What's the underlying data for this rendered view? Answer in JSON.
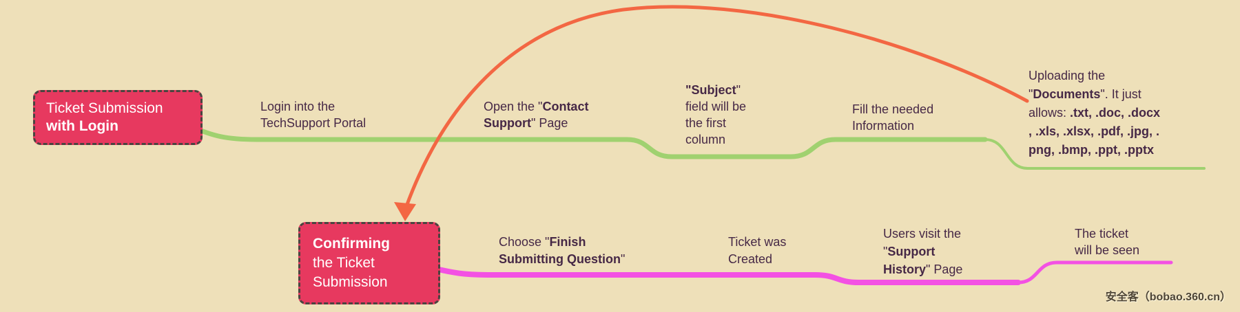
{
  "colors": {
    "background": "#eee0b9",
    "branch_top": "#a0d170",
    "branch_bottom": "#f351e3",
    "cross_arrow": "#f36743",
    "topic_fill": "#e7395f",
    "topic_border": "#4a4440",
    "topic_text": "#ffffff",
    "node_text": "#462846",
    "watermark_text": "#4e4536"
  },
  "topics": {
    "login_submission": {
      "text": "Ticket Submission with Login",
      "lines": [
        [
          {
            "t": "Ticket Submission"
          }
        ],
        [
          {
            "t": "with Login",
            "b": true
          }
        ]
      ]
    },
    "confirming": {
      "text": "Confirming the Ticket Submission",
      "lines": [
        [
          {
            "t": "Confirming",
            "b": true
          }
        ],
        [
          {
            "t": "the Ticket"
          }
        ],
        [
          {
            "t": "Submission"
          }
        ]
      ]
    }
  },
  "top_branch": {
    "nodes": [
      {
        "id": "login-portal",
        "text": "Login into the TechSupport Portal",
        "lines": [
          [
            {
              "t": "Login into the"
            }
          ],
          [
            {
              "t": "TechSupport Portal"
            }
          ]
        ]
      },
      {
        "id": "contact-support-page",
        "text": "Open the \"Contact Support\" Page",
        "lines": [
          [
            {
              "t": "Open the \""
            },
            {
              "t": "Contact",
              "b": true
            }
          ],
          [
            {
              "t": "Support",
              "b": true
            },
            {
              "t": "\" Page"
            }
          ]
        ]
      },
      {
        "id": "subject-field",
        "text": "\"Subject\" field will be the first column",
        "lines": [
          [
            {
              "t": "\"",
              "b": true
            },
            {
              "t": "Subject",
              "b": true
            },
            {
              "t": "\""
            }
          ],
          [
            {
              "t": "field will be"
            }
          ],
          [
            {
              "t": "the first"
            }
          ],
          [
            {
              "t": "column"
            }
          ]
        ]
      },
      {
        "id": "fill-information",
        "text": "Fill the needed Information",
        "lines": [
          [
            {
              "t": "Fill the needed"
            }
          ],
          [
            {
              "t": "Information"
            }
          ]
        ]
      },
      {
        "id": "uploading-documents",
        "text": "Uploading the \"Documents\". It just allows: .txt, .doc, .docx , .xls, .xlsx, .pdf, .jpg, . png, .bmp, .ppt, .pptx",
        "lines": [
          [
            {
              "t": "Uploading the"
            }
          ],
          [
            {
              "t": "\""
            },
            {
              "t": "Documents",
              "b": true
            },
            {
              "t": "\". It just"
            }
          ],
          [
            {
              "t": "allows: "
            },
            {
              "t": ".txt, .doc, .docx",
              "b": true
            }
          ],
          [
            {
              "t": ", .xls, .xlsx, .pdf, .jpg, .",
              "b": true
            }
          ],
          [
            {
              "t": "png, .bmp, .ppt, .pptx",
              "b": true
            }
          ]
        ]
      }
    ]
  },
  "bottom_branch": {
    "nodes": [
      {
        "id": "finish-submitting",
        "text": "Choose \"Finish Submitting Question\"",
        "lines": [
          [
            {
              "t": "Choose \""
            },
            {
              "t": "Finish",
              "b": true
            }
          ],
          [
            {
              "t": "Submitting Question",
              "b": true
            },
            {
              "t": "\""
            }
          ]
        ]
      },
      {
        "id": "ticket-created",
        "text": "Ticket was Created",
        "lines": [
          [
            {
              "t": "Ticket was"
            }
          ],
          [
            {
              "t": "Created"
            }
          ]
        ]
      },
      {
        "id": "support-history-page",
        "text": "Users visit the \"Support History\" Page",
        "lines": [
          [
            {
              "t": "Users visit the"
            }
          ],
          [
            {
              "t": "\""
            },
            {
              "t": "Support",
              "b": true
            }
          ],
          [
            {
              "t": "History",
              "b": true
            },
            {
              "t": "\" Page"
            }
          ]
        ]
      },
      {
        "id": "ticket-seen",
        "text": "The ticket will be seen",
        "lines": [
          [
            {
              "t": "The ticket"
            }
          ],
          [
            {
              "t": "will be seen"
            }
          ]
        ]
      }
    ]
  },
  "cross_link": {
    "from": "uploading-documents",
    "to": "confirming"
  },
  "watermark": {
    "text": "安全客（bobao.360.cn）"
  }
}
